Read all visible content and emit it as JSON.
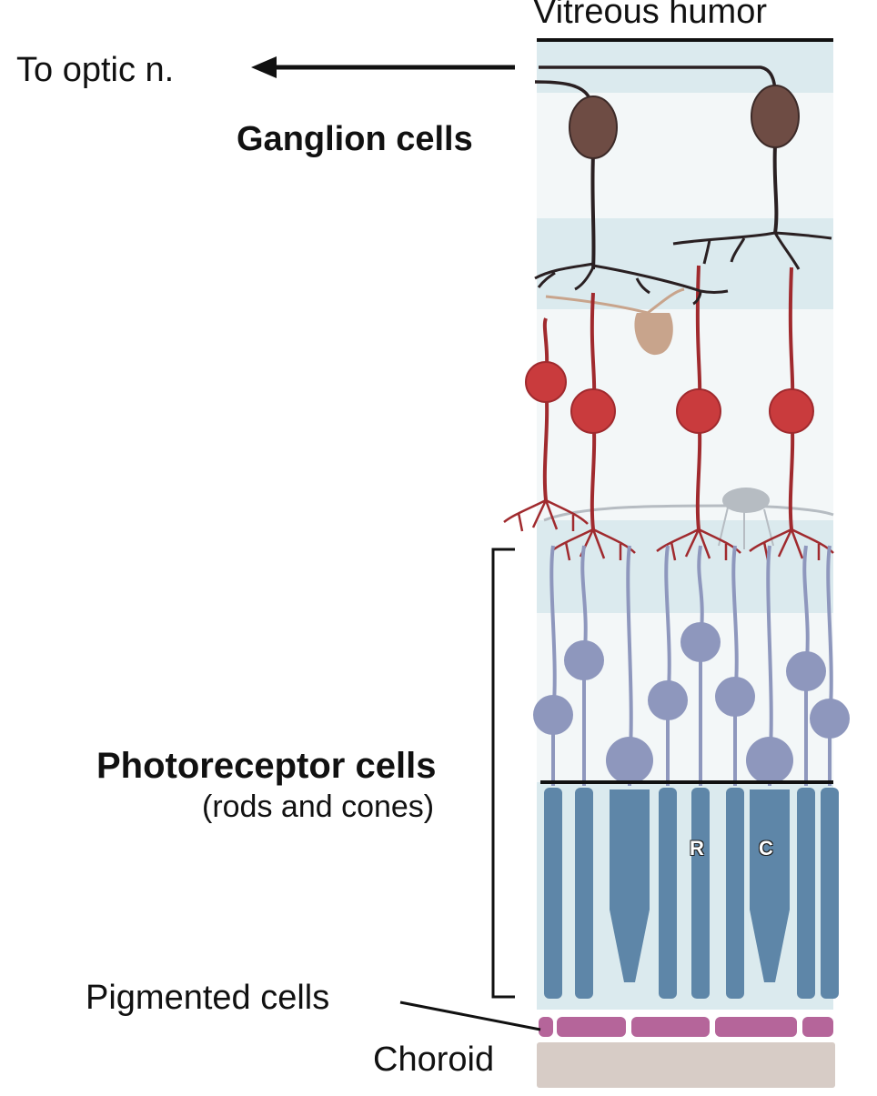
{
  "labels": {
    "vitreous_humor": "Vitreous humor",
    "to_optic_nerve": "To optic n.",
    "ganglion_cells": "Ganglion cells",
    "photoreceptor_cells": "Photoreceptor cells",
    "rods_and_cones": "(rods and cones)",
    "pigmented_cells": "Pigmented cells",
    "choroid": "Choroid",
    "rod_marker": "R",
    "cone_marker": "C"
  },
  "colors": {
    "band_blue": "#dbeaee",
    "ganglion": "#6e4c44",
    "ganglion_dendrite": "#2a2022",
    "bipolar": "#c93b3d",
    "bipolar_stroke": "#a02a2e",
    "amacrine": "#c8a48c",
    "horizontal": "#b6bcc2",
    "photoreceptor_body": "#8e97bd",
    "photoreceptor_segment": "#5e86a8",
    "pigment": "#b5659a",
    "choroid": "#d7ccc6"
  }
}
